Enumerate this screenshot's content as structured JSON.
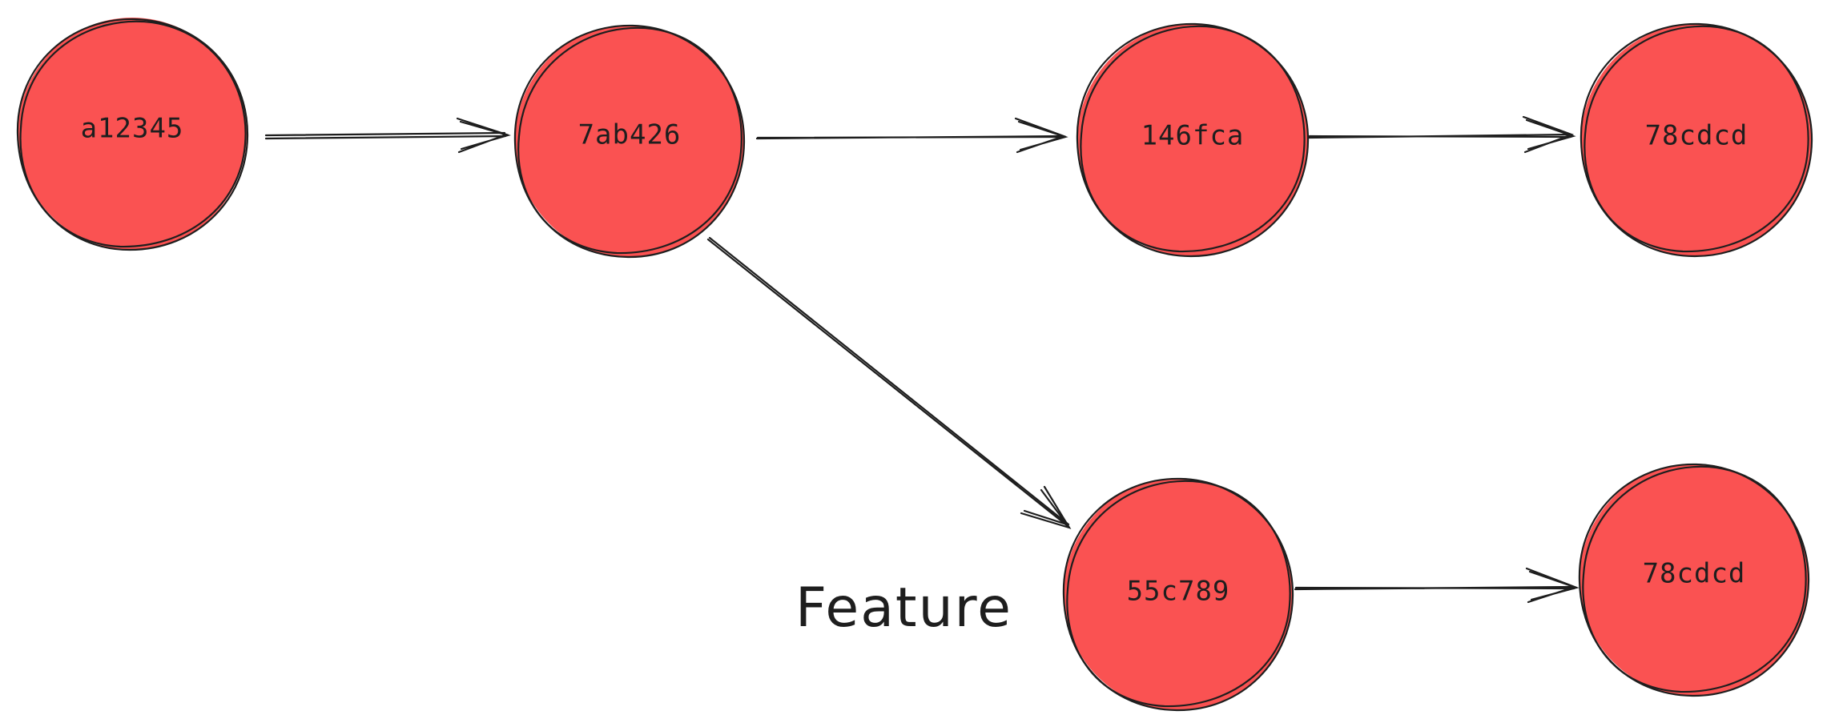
{
  "diagram": {
    "nodes": [
      {
        "id": "n1",
        "label": "a12345"
      },
      {
        "id": "n2",
        "label": "7ab426"
      },
      {
        "id": "n3",
        "label": "146fca"
      },
      {
        "id": "n4",
        "label": "78cdcd"
      },
      {
        "id": "n5",
        "label": "55c789"
      },
      {
        "id": "n6",
        "label": "78cdcd"
      }
    ],
    "edges": [
      {
        "from": "n1",
        "to": "n2"
      },
      {
        "from": "n2",
        "to": "n3"
      },
      {
        "from": "n3",
        "to": "n4"
      },
      {
        "from": "n2",
        "to": "n5"
      },
      {
        "from": "n5",
        "to": "n6"
      }
    ],
    "branch_label": "Feature",
    "node_color": "#fa5252",
    "stroke_color": "#1e1e1e"
  }
}
